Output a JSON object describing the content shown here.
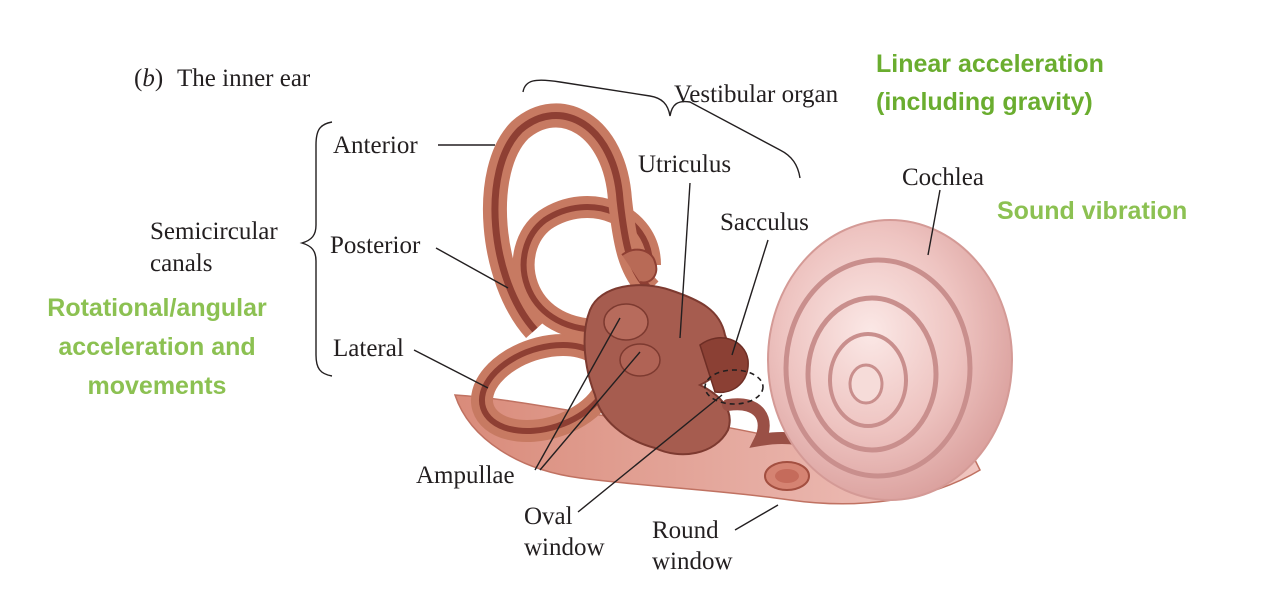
{
  "figure": {
    "panel_letter": "b",
    "panel_title": "The inner ear"
  },
  "labels": {
    "vestibular_organ": "Vestibular organ",
    "anterior": "Anterior",
    "posterior": "Posterior",
    "lateral": "Lateral",
    "semicircular_1": "Semicircular",
    "semicircular_2": "canals",
    "utriculus": "Utriculus",
    "sacculus": "Sacculus",
    "cochlea": "Cochlea",
    "ampullae": "Ampullae",
    "oval_1": "Oval",
    "oval_2": "window",
    "round_1": "Round",
    "round_2": "window"
  },
  "annotations": {
    "linear_1": "Linear acceleration",
    "linear_2": "(including gravity)",
    "sound": "Sound vibration",
    "rot_1": "Rotational/angular",
    "rot_2": "acceleration and",
    "rot_3": "movements"
  },
  "colors": {
    "annotation_dark_green": "#6aad2f",
    "annotation_light_green": "#8cc152",
    "canal_outer": "#b9694f",
    "canal_inner": "#8e3f33",
    "vestibule": "#a65c4f",
    "cochlea_base": "#e8b8b5",
    "cochlea_light": "#f6dcd9",
    "cochlea_groove": "#c98f8d"
  }
}
